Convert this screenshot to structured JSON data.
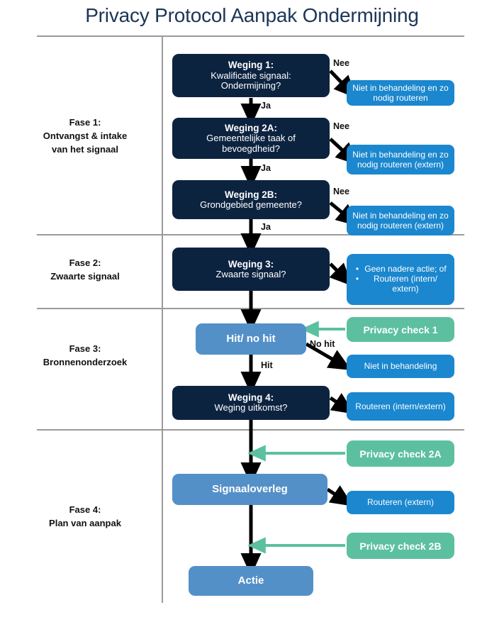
{
  "title": "Privacy Protocol Aanpak Ondermijning",
  "colors": {
    "title": "#1c3557",
    "navy": "#0c2340",
    "mid_blue": "#5490c8",
    "bright_blue": "#1b87ce",
    "green": "#5cc0a0",
    "divider": "#9a9a9a",
    "arrow_black": "#000000",
    "arrow_green": "#5cc0a0"
  },
  "phases": [
    {
      "id": "fase1",
      "line1": "Fase 1:",
      "line2": "Ontvangst & intake",
      "line3": "van het signaal"
    },
    {
      "id": "fase2",
      "line1": "Fase 2:",
      "line2": "Zwaarte signaal",
      "line3": ""
    },
    {
      "id": "fase3",
      "line1": "Fase 3:",
      "line2": "Bronnenonderzoek",
      "line3": ""
    },
    {
      "id": "fase4",
      "line1": "Fase 4:",
      "line2": "Plan van aanpak",
      "line3": ""
    }
  ],
  "nodes": {
    "weging1": {
      "title": "Weging 1:",
      "line2": "Kwalificatie signaal:",
      "line3": "Ondermijning?"
    },
    "weging2a": {
      "title": "Weging 2A:",
      "line2": "Gemeentelijke taak of",
      "line3": "bevoegdheid?"
    },
    "weging2b": {
      "title": "Weging 2B:",
      "line2": "Grondgebied gemeente?",
      "line3": ""
    },
    "weging3": {
      "title": "Weging 3:",
      "line2": "Zwaarte signaal?",
      "line3": ""
    },
    "hitnohit": {
      "title": "Hit/ no hit"
    },
    "weging4": {
      "title": "Weging 4:",
      "line2": "Weging uitkomst?",
      "line3": ""
    },
    "signaaloverleg": {
      "title": "Signaaloverleg"
    },
    "actie": {
      "title": "Actie"
    }
  },
  "outcomes": {
    "out1": "Niet in behandeling en zo nodig routeren",
    "out2a": "Niet in behandeling en zo nodig routeren (extern)",
    "out2b": "Niet in behandeling en zo nodig routeren (extern)",
    "out_nohit": "Niet in behandeling",
    "out_weging4": "Routeren (intern/extern)",
    "out_signaal": "Routeren (extern)"
  },
  "bullet_box": {
    "items": [
      "Geen nadere actie; of",
      "Routeren (intern/ extern)"
    ]
  },
  "checks": {
    "check1": "Privacy check 1",
    "check2a": "Privacy check 2A",
    "check2b": "Privacy check 2B"
  },
  "edge_labels": {
    "nee1": "Nee",
    "ja1": "Ja",
    "nee2a": "Nee",
    "ja2a": "Ja",
    "nee2b": "Nee",
    "ja2b": "Ja",
    "nohit": "No hit",
    "hit": "Hit"
  }
}
